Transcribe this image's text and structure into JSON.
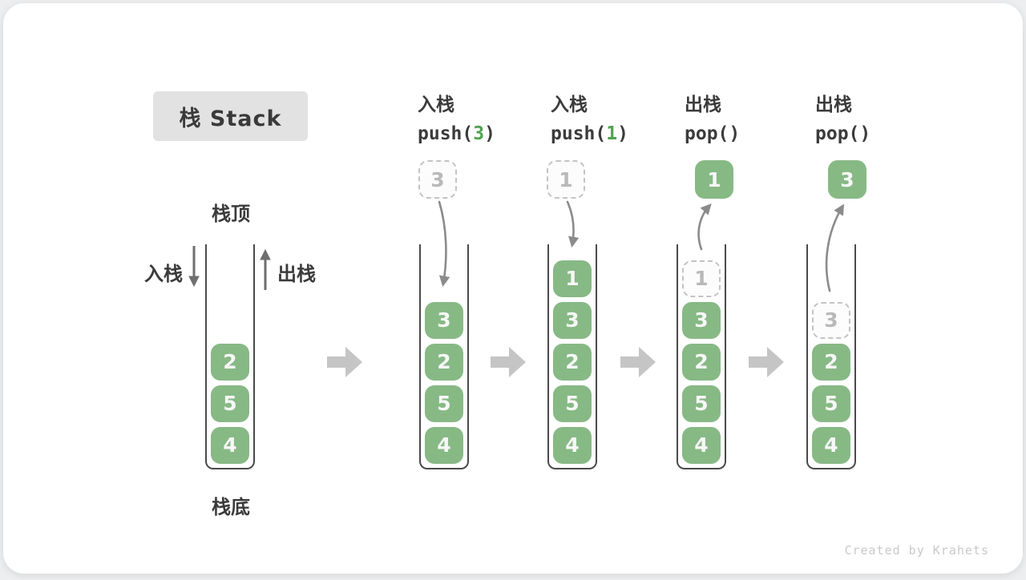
{
  "title": "栈 Stack",
  "labels": {
    "stack_top": "栈顶",
    "stack_bottom": "栈底",
    "push": "入栈",
    "pop": "出栈"
  },
  "watermark": "Created by Krahets",
  "colors": {
    "block_green": "#87b985",
    "code_arg_green": "#4fa251",
    "stage_arrow_gray": "#c5c5c5",
    "curve_arrow_gray": "#8b8b8b",
    "frame_stroke": "#4a4a4a",
    "ghost_gray": "#b9b9b9",
    "title_badge_bg": "#e2e2e2"
  },
  "stages": [
    {
      "blocks": [
        "2",
        "5",
        "4"
      ]
    },
    {
      "op_title": "入栈",
      "op_code_prefix": "push(",
      "op_code_arg": "3",
      "op_code_suffix": ")",
      "floating": {
        "value": "3",
        "variant": "ghost"
      },
      "blocks": [
        "3",
        "2",
        "5",
        "4"
      ]
    },
    {
      "op_title": "入栈",
      "op_code_prefix": "push(",
      "op_code_arg": "1",
      "op_code_suffix": ")",
      "floating": {
        "value": "1",
        "variant": "ghost"
      },
      "blocks": [
        "1",
        "3",
        "2",
        "5",
        "4"
      ]
    },
    {
      "op_title": "出栈",
      "op_code_prefix": "pop()",
      "op_code_arg": "",
      "op_code_suffix": "",
      "floating": {
        "value": "1",
        "variant": "solid"
      },
      "blocks": [
        {
          "v": "1",
          "ghost": true
        },
        "3",
        "2",
        "5",
        "4"
      ]
    },
    {
      "op_title": "出栈",
      "op_code_prefix": "pop()",
      "op_code_arg": "",
      "op_code_suffix": "",
      "floating": {
        "value": "3",
        "variant": "solid"
      },
      "blocks": [
        {
          "v": "3",
          "ghost": true
        },
        "2",
        "5",
        "4"
      ]
    }
  ]
}
